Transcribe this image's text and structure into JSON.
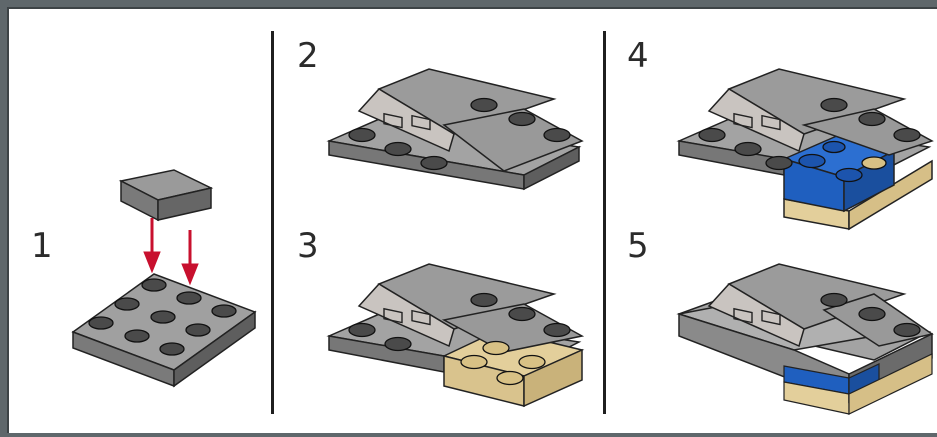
{
  "steps": [
    {
      "number": "1"
    },
    {
      "number": "2"
    },
    {
      "number": "3"
    },
    {
      "number": "4"
    },
    {
      "number": "5"
    }
  ],
  "colors": {
    "brick_gray": "#8e8e8e",
    "brick_gray_dark": "#6c6c6c",
    "brick_gray_light": "#b3b3b3",
    "brick_tan": "#e3cf9b",
    "brick_blue": "#1f5fbf",
    "arrow_red": "#c8102e"
  }
}
